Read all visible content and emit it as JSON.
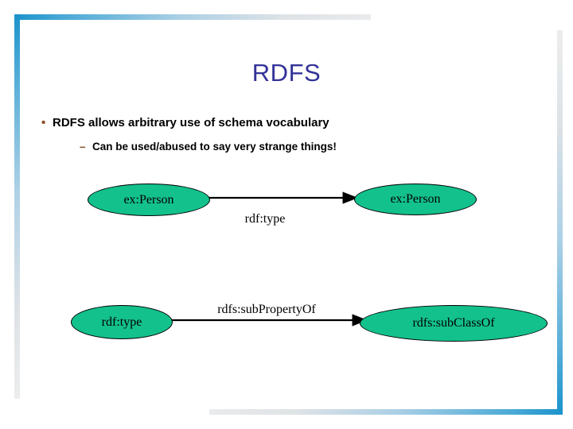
{
  "slide": {
    "title": "RDFS",
    "title_color": "#333399",
    "accent_color": "#1b93cc",
    "bullet_marker_color": "#8a4b22",
    "node_fill_color": "#13c18c",
    "bullets": [
      {
        "level": 1,
        "marker": "•",
        "text": "RDFS allows arbitrary use of schema vocabulary"
      },
      {
        "level": 2,
        "marker": "–",
        "text": "Can be used/abused to say very strange things!"
      }
    ]
  },
  "diagram": {
    "nodes": [
      {
        "id": "n1",
        "label": "ex:Person"
      },
      {
        "id": "n2",
        "label": "ex:Person"
      },
      {
        "id": "n3",
        "label": "rdf:type"
      },
      {
        "id": "n4",
        "label": "rdfs:subClassOf"
      }
    ],
    "edges": [
      {
        "from": "n1",
        "to": "n2",
        "label": "rdf:type"
      },
      {
        "from": "n3",
        "to": "n4",
        "label": "rdfs:subPropertyOf"
      }
    ]
  }
}
